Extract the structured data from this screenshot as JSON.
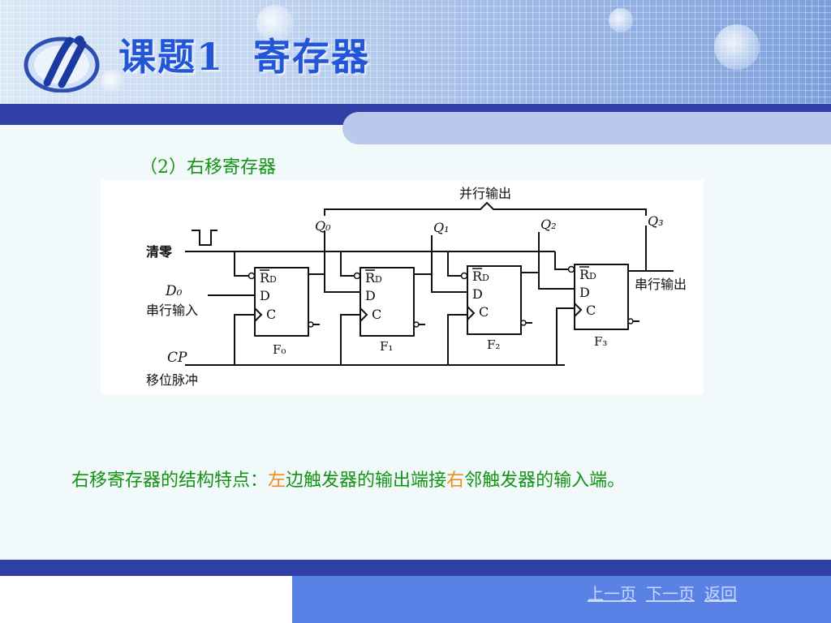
{
  "slide": {
    "title": "课题1  寄存器",
    "subtitle": "（2）右移寄存器",
    "feature": {
      "part1": "右移寄存器的结构特点：",
      "hl1": "左",
      "part2": "边触发器的输出端接",
      "hl2": "右",
      "part3": "邻触发器的输入端。"
    }
  },
  "diagram": {
    "parallel_output": "并行输出",
    "serial_output": "串行输出",
    "clear": "清零",
    "d0": "D₀",
    "serial_input": "串行输入",
    "cp": "CP",
    "shift_pulse": "移位脉冲",
    "flipflops": [
      {
        "name": "F₀",
        "q": "Q₀",
        "rd": "R",
        "rd_sub": "D",
        "d": "D",
        "c": "C"
      },
      {
        "name": "F₁",
        "q": "Q₁",
        "rd": "R",
        "rd_sub": "D",
        "d": "D",
        "c": "C"
      },
      {
        "name": "F₂",
        "q": "Q₂",
        "rd": "R",
        "rd_sub": "D",
        "d": "D",
        "c": "C"
      },
      {
        "name": "F₃",
        "q": "Q₃",
        "rd": "R",
        "rd_sub": "D",
        "d": "D",
        "c": "C"
      }
    ]
  },
  "nav": {
    "prev": "上一页",
    "next": "下一页",
    "back": "返回"
  },
  "colors": {
    "title": "#2255d8",
    "subtitle": "#149414",
    "highlight": "#f08c1a",
    "bar": "#2f3fa6"
  }
}
